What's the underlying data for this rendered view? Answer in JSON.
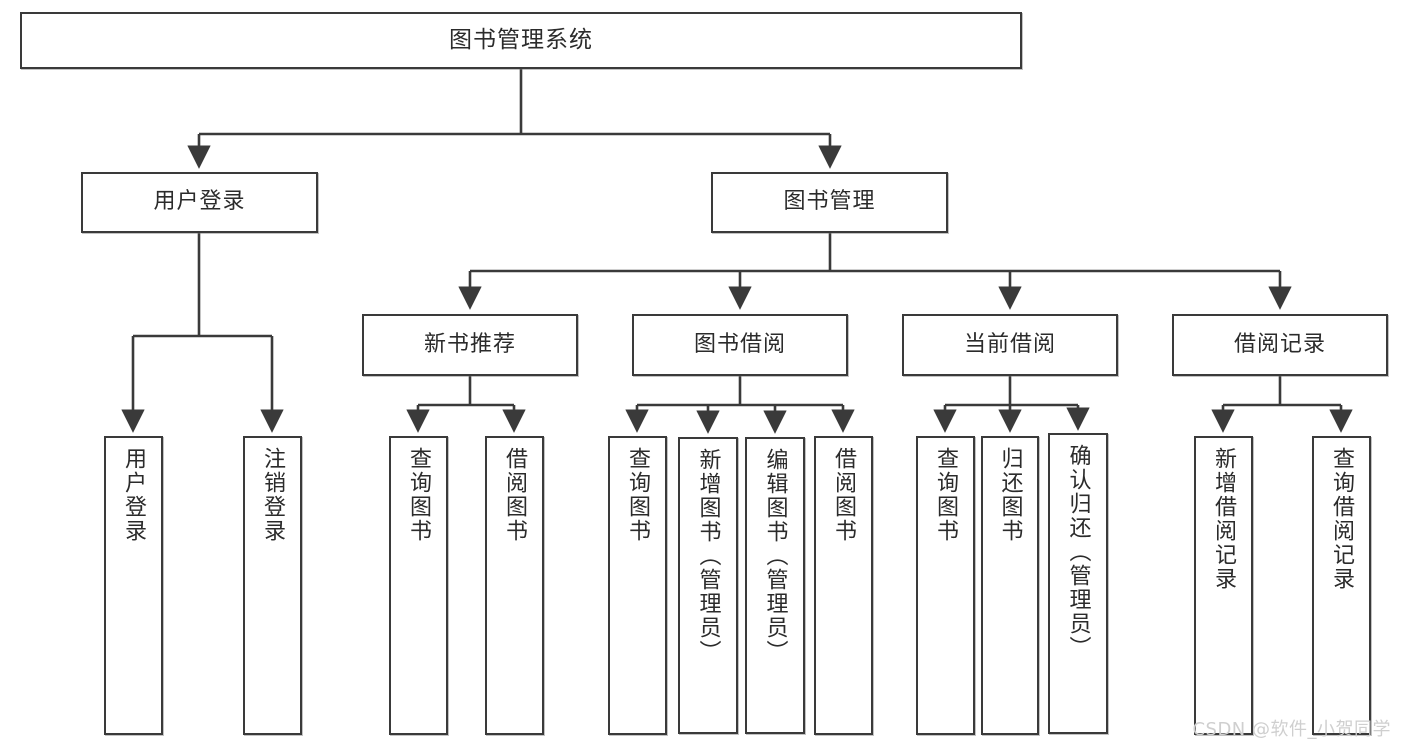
{
  "diagram": {
    "type": "tree-hierarchy",
    "title": "图书管理系统",
    "watermark": "CSDN @软件_小贺同学",
    "colors": {
      "box_border": "#3a3a3a",
      "box_fill": "#ffffff",
      "connector": "#3a3a3a",
      "text": "#2b2b2b",
      "watermark": "#cfcfcf"
    },
    "nodes": {
      "root": {
        "label": "图书管理系统",
        "orientation": "horizontal"
      },
      "l2": [
        {
          "id": "user-login",
          "label": "用户登录",
          "orientation": "horizontal"
        },
        {
          "id": "book-manage",
          "label": "图书管理",
          "orientation": "horizontal"
        }
      ],
      "l3": [
        {
          "id": "new-book-recommend",
          "label": "新书推荐",
          "orientation": "horizontal"
        },
        {
          "id": "book-borrow",
          "label": "图书借阅",
          "orientation": "horizontal"
        },
        {
          "id": "current-borrow",
          "label": "当前借阅",
          "orientation": "horizontal"
        },
        {
          "id": "borrow-record",
          "label": "借阅记录",
          "orientation": "horizontal"
        }
      ],
      "leaves": {
        "user_login": [
          {
            "id": "leaf-user-login",
            "label": "用户登录",
            "orientation": "vertical"
          },
          {
            "id": "leaf-logout-login",
            "label": "注销登录",
            "orientation": "vertical"
          }
        ],
        "new_book_recommend": [
          {
            "id": "leaf-query-book-1",
            "label": "查询图书",
            "orientation": "vertical"
          },
          {
            "id": "leaf-borrow-book-1",
            "label": "借阅图书",
            "orientation": "vertical"
          }
        ],
        "book_borrow": [
          {
            "id": "leaf-query-book-2",
            "label": "查询图书",
            "orientation": "vertical"
          },
          {
            "id": "leaf-add-book-admin",
            "label": "新增图书（管理员）",
            "orientation": "vertical"
          },
          {
            "id": "leaf-edit-book-admin",
            "label": "编辑图书（管理员）",
            "orientation": "vertical"
          },
          {
            "id": "leaf-borrow-book-2",
            "label": "借阅图书",
            "orientation": "vertical"
          }
        ],
        "current_borrow": [
          {
            "id": "leaf-query-book-3",
            "label": "查询图书",
            "orientation": "vertical"
          },
          {
            "id": "leaf-return-book",
            "label": "归还图书",
            "orientation": "vertical"
          },
          {
            "id": "leaf-confirm-return-admin",
            "label": "确认归还（管理员）",
            "orientation": "vertical"
          }
        ],
        "borrow_record": [
          {
            "id": "leaf-add-borrow-record",
            "label": "新增借阅记录",
            "orientation": "vertical"
          },
          {
            "id": "leaf-query-borrow-record",
            "label": "查询借阅记录",
            "orientation": "vertical"
          }
        ]
      }
    }
  }
}
